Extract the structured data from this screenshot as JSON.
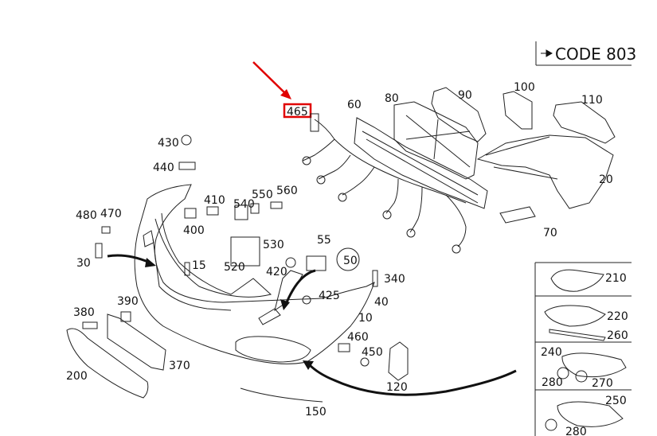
{
  "diagram": {
    "code_label": "CODE 803",
    "highlight_color": "#e00000",
    "highlighted_part": "465",
    "part_labels": {
      "p10": "10",
      "p15": "15",
      "p20": "20",
      "p30": "30",
      "p40": "40",
      "p50": "50",
      "p55": "55",
      "p60": "60",
      "p70": "70",
      "p80": "80",
      "p90": "90",
      "p100": "100",
      "p110": "110",
      "p120": "120",
      "p150": "150",
      "p200": "200",
      "p210": "210",
      "p220": "220",
      "p240": "240",
      "p250": "250",
      "p260": "260",
      "p270": "270",
      "p280a": "280",
      "p280b": "280",
      "p340": "340",
      "p370": "370",
      "p380": "380",
      "p390": "390",
      "p400": "400",
      "p410": "410",
      "p420": "420",
      "p425": "425",
      "p430": "430",
      "p440": "440",
      "p450": "450",
      "p460": "460",
      "p465": "465",
      "p470": "470",
      "p480": "480",
      "p520": "520",
      "p530": "530",
      "p540": "540",
      "p550": "550",
      "p560": "560"
    }
  }
}
